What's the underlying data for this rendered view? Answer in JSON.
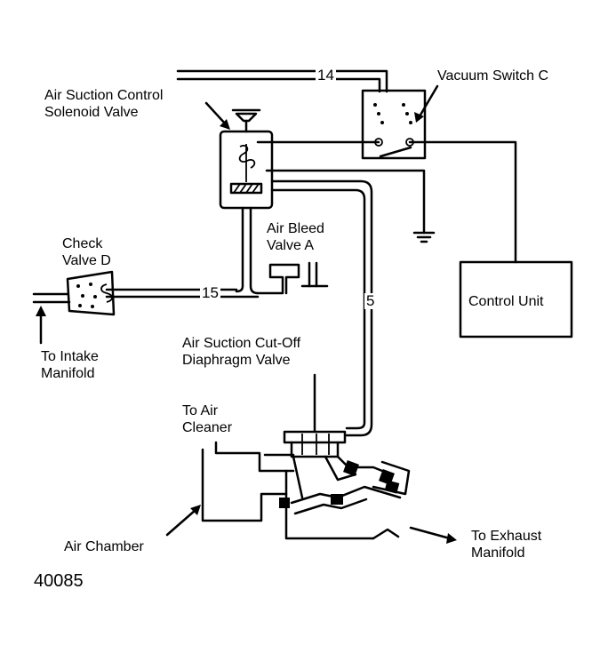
{
  "labels": {
    "solenoid": [
      "Air Suction Control",
      "Solenoid Valve"
    ],
    "vacuum_switch": "Vacuum Switch C",
    "check_valve": [
      "Check",
      "Valve D"
    ],
    "air_bleed": [
      "Air Bleed",
      "Valve A"
    ],
    "intake": [
      "To Intake",
      "Manifold"
    ],
    "control_unit": "Control Unit",
    "diaphragm": [
      "Air Suction Cut-Off",
      "Diaphragm Valve"
    ],
    "air_cleaner": [
      "To Air",
      "Cleaner"
    ],
    "air_chamber": "Air Chamber",
    "exhaust": [
      "To Exhaust",
      "Manifold"
    ]
  },
  "hose_numbers": {
    "h14": "14",
    "h15": "15",
    "h5": "5"
  },
  "figure_number": "40085"
}
